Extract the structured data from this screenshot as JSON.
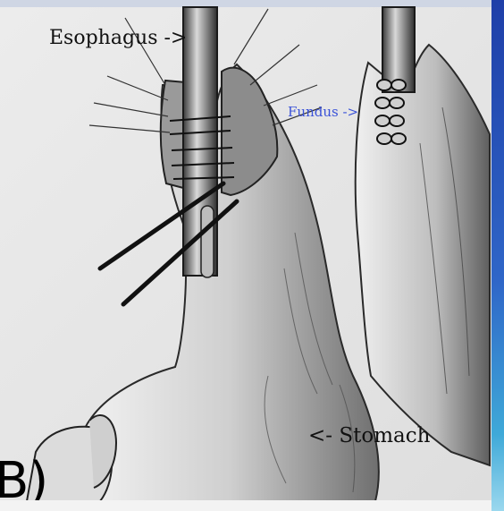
{
  "labels": {
    "esophagus": "Esophagus ->",
    "fundus": "Fundus ->",
    "stomach": "<- Stomach",
    "figure_letter": "B)"
  },
  "colors": {
    "background": "#ffffff",
    "paper": "#e6e6e6",
    "ink": "#111111",
    "fundus_label": "#3a52d8",
    "accent_edge": "#2f66c8"
  }
}
